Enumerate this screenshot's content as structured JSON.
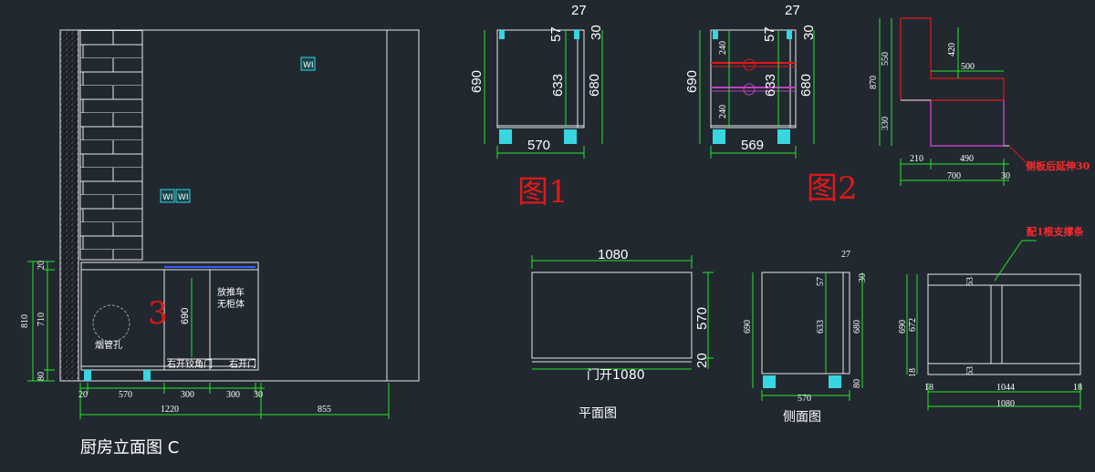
{
  "colors": {
    "background": "#212830",
    "dimension": "#27e62a",
    "red": "#e01818",
    "cyan": "#37d6e0",
    "magenta": "#c040c0"
  },
  "elevation": {
    "title": "厨房立面图 C",
    "chimney_label": "烟管孔",
    "cabinet_number": "3",
    "note_cart": "放推车",
    "note_no_cabinet": "无柜体",
    "door_right_hinge": "右开铰角门",
    "door_right": "右开门",
    "dim_690": "690",
    "left_dims": [
      "810",
      "20",
      "710",
      "80"
    ],
    "bottom_dims": [
      "20",
      "570",
      "300",
      "300",
      "30"
    ],
    "total_dims": [
      "1220",
      "855"
    ]
  },
  "fig1": {
    "label": "图1",
    "top_dims": [
      "27",
      "57",
      "30"
    ],
    "height_dims": [
      "690",
      "633",
      "680"
    ],
    "width_dim": "570"
  },
  "fig2": {
    "label": "图2",
    "top_dims": [
      "27",
      "57",
      "30"
    ],
    "height_dims": [
      "690",
      "633",
      "680"
    ],
    "shelf_dims": [
      "240",
      "240"
    ],
    "width_dim": "569"
  },
  "side_panel": {
    "note": "侧板后延伸30",
    "dims": [
      "550",
      "870",
      "330",
      "420",
      "500",
      "490",
      "210",
      "700",
      "30"
    ]
  },
  "plan": {
    "title": "平面图",
    "dims": [
      "1080",
      "570",
      "20"
    ],
    "door_label": "门开1080"
  },
  "side_view": {
    "title": "侧面图",
    "top_dims": [
      "27",
      "57",
      "30"
    ],
    "height_dims": [
      "690",
      "633",
      "680"
    ],
    "foot_dim": "80",
    "width_dim": "570"
  },
  "front_view": {
    "note": "配1根支撑条",
    "dims": [
      "63",
      "63",
      "690",
      "672",
      "18",
      "18",
      "1044",
      "18",
      "1080"
    ]
  }
}
